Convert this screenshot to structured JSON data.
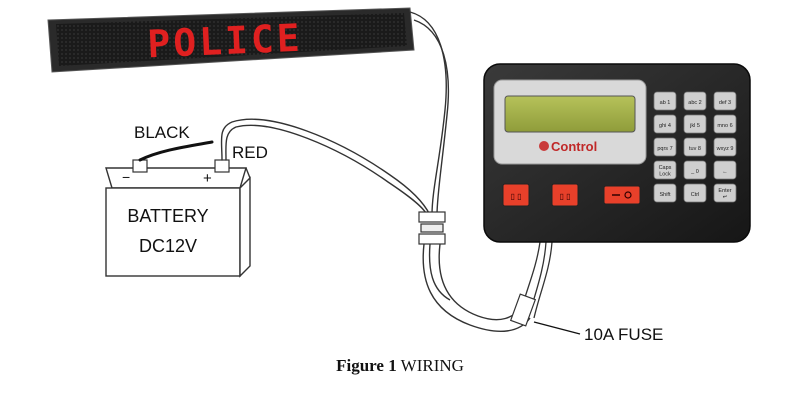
{
  "sign": {
    "text": "POLICE",
    "led_color": "#e02020"
  },
  "labels": {
    "black_wire": "BLACK",
    "red_wire": "RED",
    "fuse": "10A FUSE"
  },
  "battery": {
    "line1": "BATTERY",
    "line2": "DC12V",
    "neg": "−",
    "pos": "+"
  },
  "controller": {
    "brand": "Control",
    "keys": [
      {
        "top": "",
        "bottom": "ab 1"
      },
      {
        "top": "",
        "bottom": "abc 2"
      },
      {
        "top": "",
        "bottom": "def 3"
      },
      {
        "top": "",
        "bottom": "ghi 4"
      },
      {
        "top": "",
        "bottom": "jkl 5"
      },
      {
        "top": "",
        "bottom": "mno 6"
      },
      {
        "top": "",
        "bottom": "pqrs 7"
      },
      {
        "top": "",
        "bottom": "tuv 8"
      },
      {
        "top": "",
        "bottom": "wxyz 9"
      },
      {
        "top": "Caps",
        "bottom": "Lock"
      },
      {
        "top": "",
        "bottom": "_ 0"
      },
      {
        "top": "",
        "bottom": "←"
      },
      {
        "top": "",
        "bottom": "Shift"
      },
      {
        "top": "",
        "bottom": "Ctrl"
      },
      {
        "top": "Enter",
        "bottom": "↵"
      }
    ],
    "switch_color": "#e8402a"
  },
  "caption": {
    "bold": "Figure 1",
    "rest": " WIRING"
  }
}
